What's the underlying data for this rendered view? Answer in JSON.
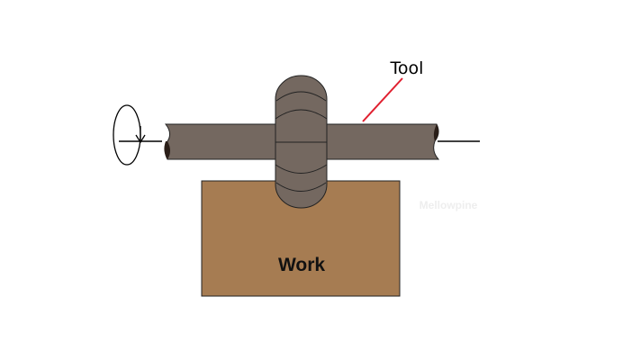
{
  "labels": {
    "tool": "Tool",
    "work": "Work",
    "watermark": "Mellowpine"
  },
  "colors": {
    "tool": "#746860",
    "work": "#a67c52",
    "leader": "#e02030",
    "shaft_end": "#2a1e18"
  }
}
